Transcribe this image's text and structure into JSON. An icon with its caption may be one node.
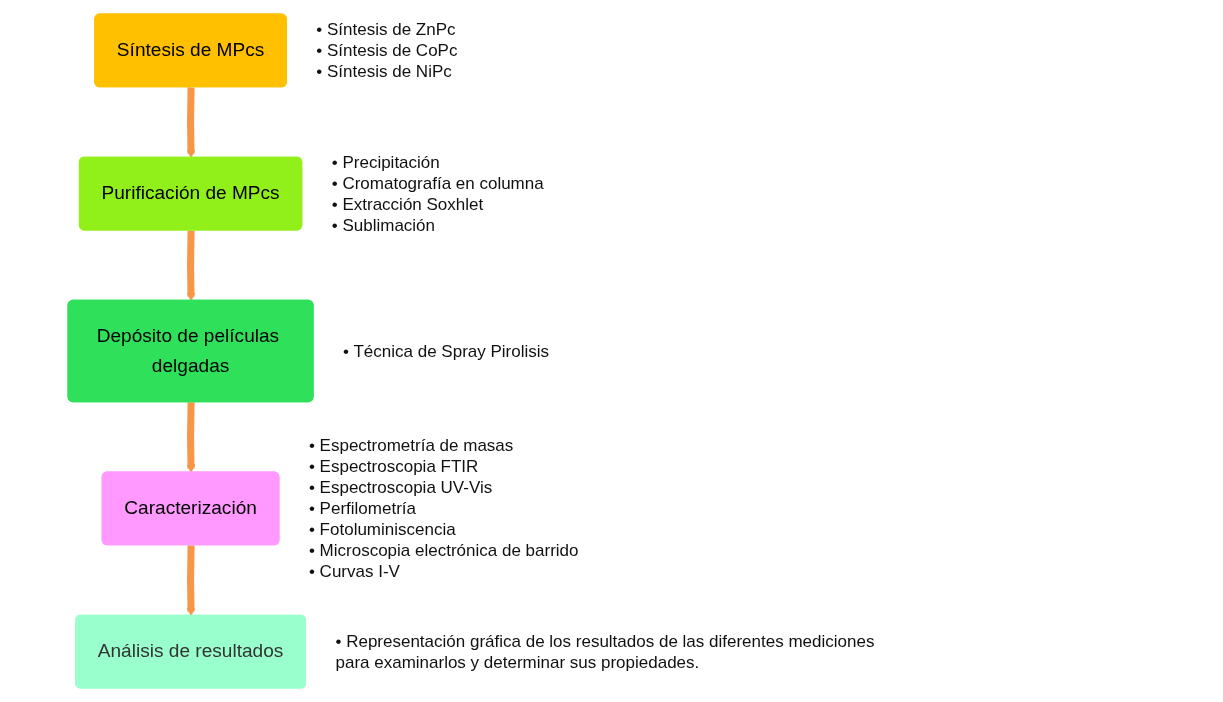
{
  "diagram": {
    "nodes": [
      {
        "text": [
          "Síntesis de MPcs"
        ],
        "beside": [
          "• Síntesis de ZnPc",
          "• Síntesis de CoPc",
          "• Síntesis de NiPc"
        ]
      },
      {
        "text": [
          "Purificación de MPcs"
        ],
        "beside": [
          "• Precipitación",
          "• Cromatografía en columna",
          "• Extracción Soxhlet",
          "• Sublimación"
        ]
      },
      {
        "text": [
          "Depósito de películas delgadas"
        ],
        "beside": [
          "• Técnica de Spray Pirolisis"
        ]
      },
      {
        "text": [
          "Caracterización"
        ],
        "beside": [
          "• Espectrometría de masas",
          "• Espectroscopia FTIR",
          "• Espectroscopia UV-Vis",
          "• Perfilometría",
          "• Fotoluminiscencia",
          "• Microscopia electrónica de barrido",
          "• Curvas I-V"
        ]
      },
      {
        "text": [
          "Análisis de resultados"
        ],
        "beside": [
          "• Representación gráfica de los resultados de las diferentes mediciones para examinarlos y determinar sus propiedades."
        ]
      }
    ],
    "edges": [
      {
        "from": 0,
        "to": 1,
        "arrow": "to"
      },
      {
        "from": 1,
        "to": 2,
        "arrow": "to"
      },
      {
        "from": 2,
        "to": 3,
        "arrow": "to"
      },
      {
        "from": 3,
        "to": 4,
        "arrow": "to"
      }
    ]
  }
}
